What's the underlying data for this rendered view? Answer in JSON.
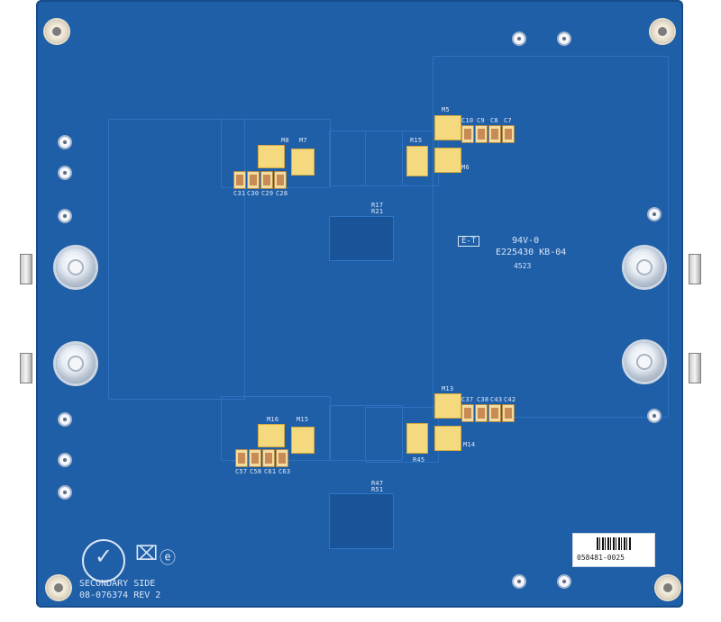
{
  "board": {
    "silkscreen_labels": {
      "m8": "M8",
      "m7": "M7",
      "m5": "M5",
      "m6": "M6",
      "m16": "M16",
      "m15": "M15",
      "m13": "M13",
      "m14": "M14",
      "r15": "R15",
      "r45": "R45",
      "r17": "R17",
      "r21": "R21",
      "r47": "R47",
      "r51": "R51",
      "c31": "C31",
      "c30": "C30",
      "c29": "C29",
      "c28": "C28",
      "c10": "C10",
      "c9": "C9",
      "c8": "C8",
      "c7": "C7",
      "c57": "C57",
      "c58": "C58",
      "c61": "C61",
      "c63": "C63",
      "c37": "C37",
      "c38": "C38",
      "c43": "C43",
      "c42": "C42"
    },
    "ul_marking": {
      "logo_text": "E-T",
      "rating": "94V-0",
      "file_number": "E225430 KB-04",
      "date_code": "4523"
    },
    "bottom_text": {
      "side": "SECONDARY SIDE",
      "part": "08-076374 REV 2"
    },
    "serial_tag": "058481-0025",
    "icons": {
      "rohs": "check-logo-icon",
      "weee": "crossed-bin-icon",
      "recycle": "e-recycle-icon"
    },
    "colors": {
      "board": "#1f5fa8",
      "copper_outline": "#2d72c2",
      "pad": "#f2cf6b",
      "silkscreen": "#dfe9f7"
    }
  }
}
